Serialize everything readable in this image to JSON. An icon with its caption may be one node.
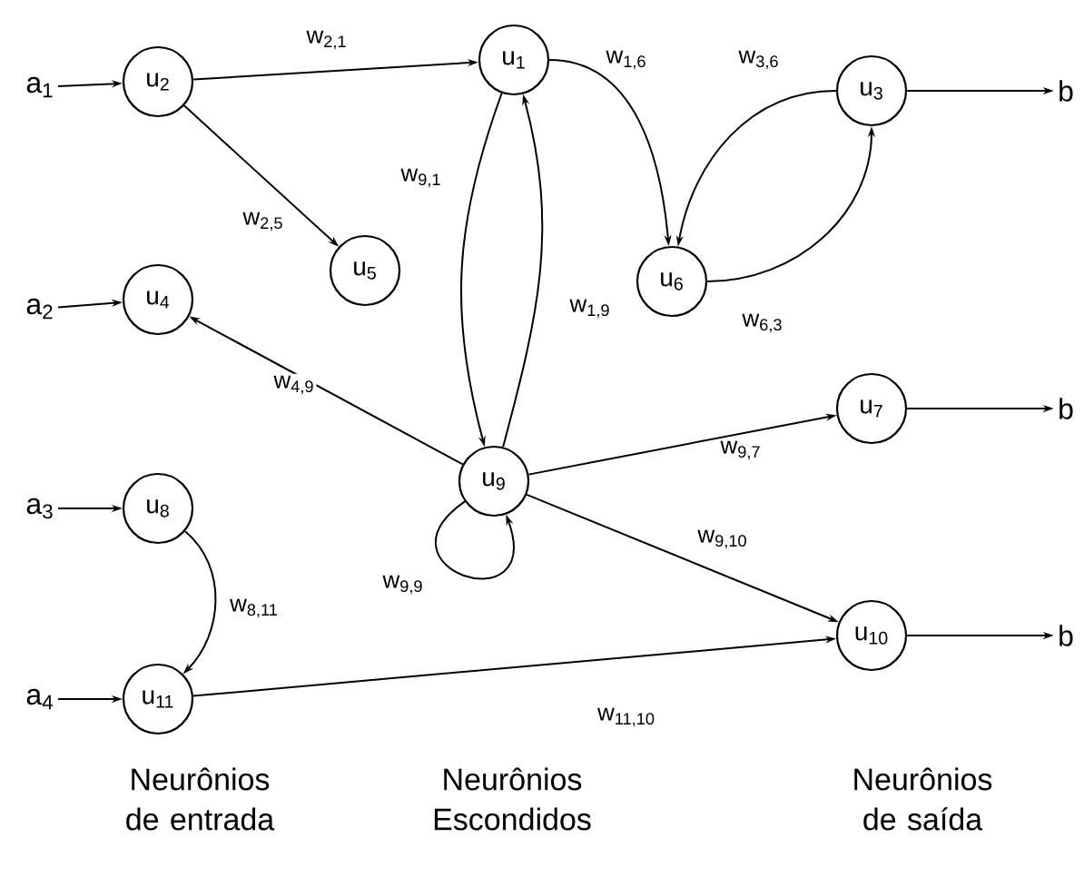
{
  "diagram": {
    "nodes": [
      {
        "text": [
          "a$_{1}$"
        ]
      },
      {
        "text": [
          "u$_{2}$"
        ]
      },
      {
        "text": [
          "u$_{1}$"
        ]
      },
      {
        "text": [
          "u$_{5}$"
        ]
      },
      {
        "text": [
          "u$_{6}$"
        ]
      },
      {
        "text": [
          "u$_{3}$"
        ]
      },
      {
        "text": [
          "b"
        ]
      },
      {
        "text": [
          "a$_{2}$"
        ]
      },
      {
        "text": [
          "u$_{4}$"
        ]
      },
      {
        "text": [
          "u$_{7}$"
        ]
      },
      {
        "text": [
          "b"
        ]
      },
      {
        "text": [
          "u$_{9}$"
        ]
      },
      {
        "text": [
          "a$_{3}$"
        ]
      },
      {
        "text": [
          "u$_{8}$"
        ]
      },
      {
        "text": [
          "u$_{10}$"
        ]
      },
      {
        "text": [
          "b"
        ]
      },
      {
        "text": [
          "a$_{4}$"
        ]
      },
      {
        "text": [
          "u$_{11}$"
        ]
      }
    ],
    "edges": [
      {
        "from": 0,
        "to": 1,
        "arrow": "to"
      },
      {
        "from": 1,
        "to": 2,
        "arrow": "to",
        "label": "w$_{2,1}$"
      },
      {
        "from": 1,
        "to": 3,
        "arrow": "to",
        "label": "w$_{2,5}$"
      },
      {
        "from": 2,
        "to": 11,
        "arrow": "to",
        "label": "w$_{9,1}$"
      },
      {
        "from": 11,
        "to": 2,
        "arrow": "to",
        "label": "w$_{1,9}$"
      },
      {
        "from": 2,
        "to": 4,
        "arrow": "to",
        "label": "w$_{1,6}$"
      },
      {
        "from": 5,
        "to": 4,
        "arrow": "to",
        "label": "w$_{3,6}$"
      },
      {
        "from": 4,
        "to": 5,
        "arrow": "to",
        "label": "w$_{6,3}$"
      },
      {
        "from": 5,
        "to": 6,
        "arrow": "to"
      },
      {
        "from": 7,
        "to": 8,
        "arrow": "to"
      },
      {
        "from": 11,
        "to": 8,
        "arrow": "to",
        "label": "w$_{4,9}$"
      },
      {
        "from": 11,
        "to": 11,
        "arrow": "to",
        "label": "w$_{9,9}$"
      },
      {
        "from": 11,
        "to": 9,
        "arrow": "to",
        "label": "w$_{9,7}$"
      },
      {
        "from": 11,
        "to": 14,
        "arrow": "to",
        "label": "w$_{9,10}$"
      },
      {
        "from": 9,
        "to": 10,
        "arrow": "to"
      },
      {
        "from": 12,
        "to": 13,
        "arrow": "to"
      },
      {
        "from": 13,
        "to": 17,
        "arrow": "to",
        "label": "w$_{8,11}$"
      },
      {
        "from": 16,
        "to": 17,
        "arrow": "to"
      },
      {
        "from": 17,
        "to": 14,
        "arrow": "to",
        "label": "w$_{11,10}$"
      },
      {
        "from": 14,
        "to": 15,
        "arrow": "to"
      }
    ],
    "labels": [
      "Neurônios de entrada",
      "Neurônios Escondidos",
      "Neurônios de saída"
    ]
  }
}
